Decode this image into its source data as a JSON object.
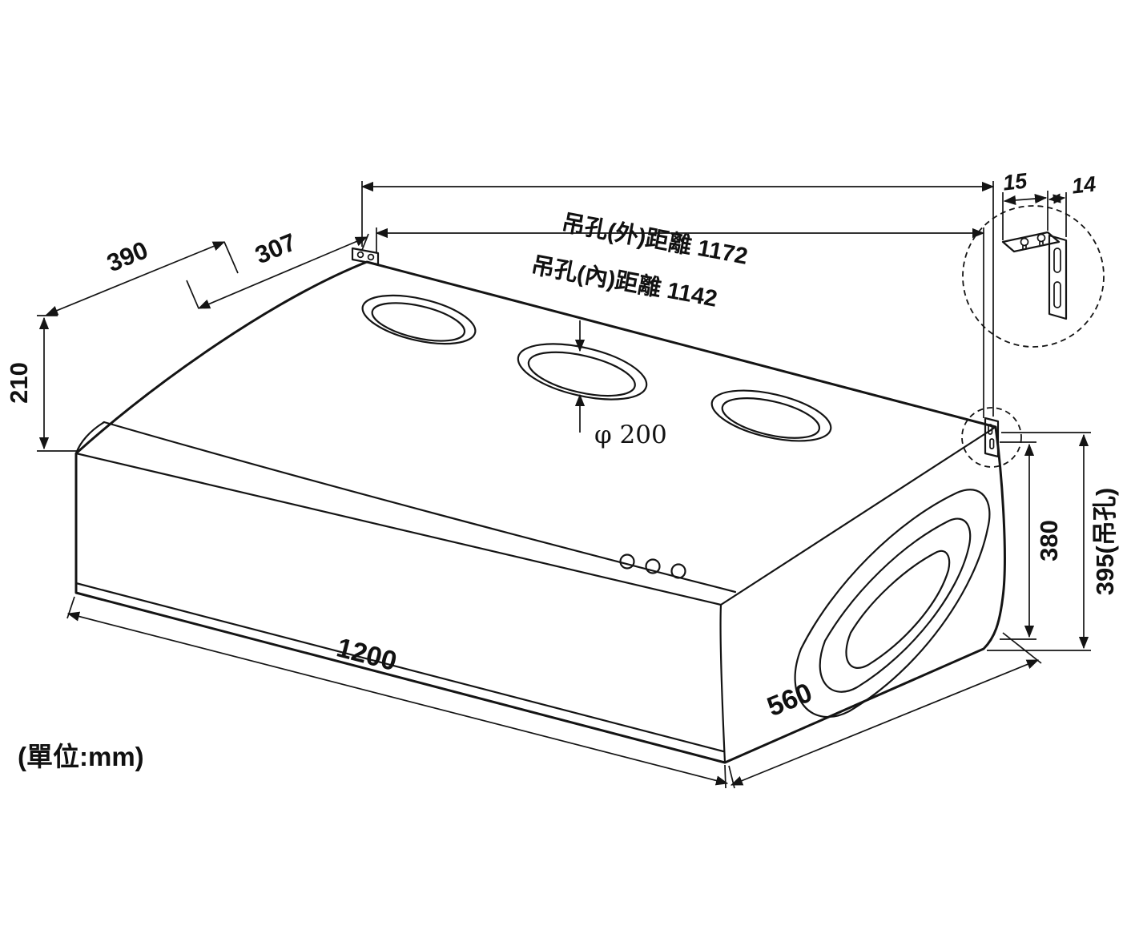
{
  "drawing": {
    "unit_note": "(單位:mm)",
    "labels": {
      "depth_total": "390",
      "hole_offset": "307",
      "top_height": "210",
      "outer_hole_distance": "吊孔(外)距離 1172",
      "inner_hole_distance": "吊孔(內)距離 1142",
      "vent_diameter": "φ 200",
      "body_width": "1200",
      "body_depth": "560",
      "body_height": "380",
      "hanging_hole_height": "395(吊孔)",
      "bracket_width": "15",
      "bracket_depth": "14"
    }
  }
}
